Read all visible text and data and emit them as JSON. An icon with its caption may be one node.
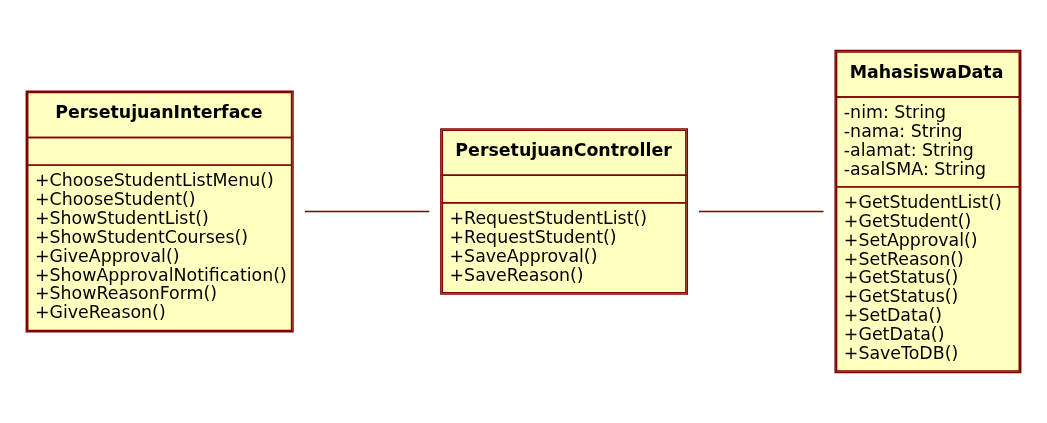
{
  "diagram": {
    "nodes": [
      {
        "text": [
          "PersetujuanInterface",
          "+ChooseStudentListMenu() +ChooseStudent() +ShowStudentList() +ShowStudentCourses() +GiveApproval() +ShowApprovalNotification() +ShowReasonForm() +GiveReason()"
        ]
      },
      {
        "text": [
          "PersetujuanController",
          "+RequestStudentList() +RequestStudent() +SaveApproval() +SaveReason()"
        ]
      },
      {
        "text": [
          "MahasiswaData",
          "-nim: String -nama: String -alamat: String -asalSMA: String",
          "+GetStudentList() +GetStudent() +SetApproval() +SetReason() +GetStatus() +GetStatus() +SetData() +GetData() +SaveToDB()"
        ]
      }
    ],
    "edges": [
      {
        "from": 0,
        "to": 1,
        "arrow": "none"
      },
      {
        "from": 1,
        "to": 2,
        "arrow": "none"
      }
    ]
  }
}
